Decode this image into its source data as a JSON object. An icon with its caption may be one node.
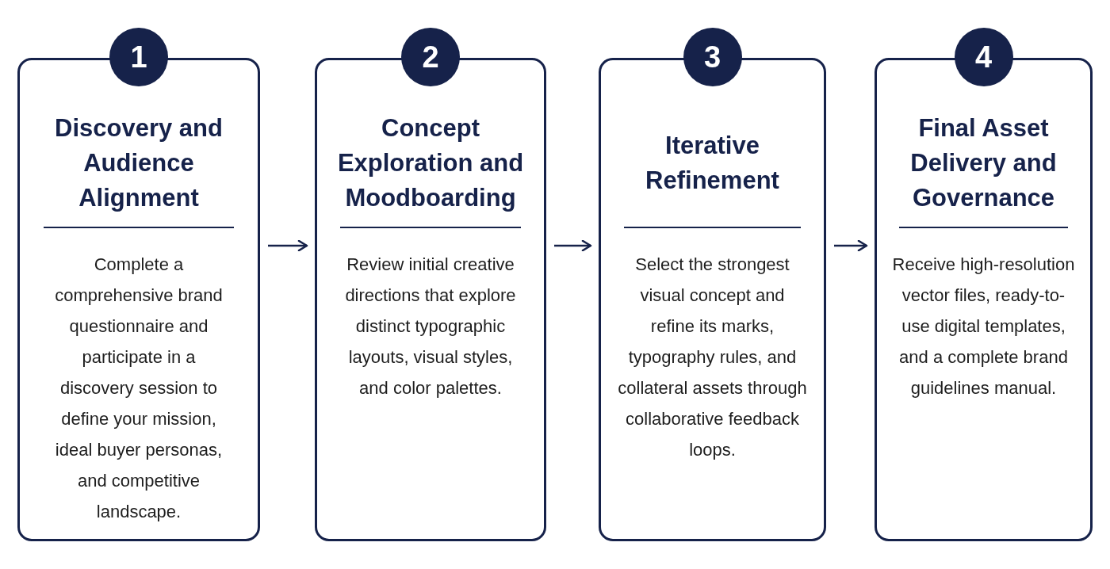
{
  "diagram": {
    "nodes": [
      {
        "text": [
          "1"
        ]
      },
      {
        "text": [
          "Discovery and Audience Alignment",
          "Complete a comprehensive brand questionnaire and participate in a discovery session to define your mission, ideal buyer personas, and competitive landscape."
        ]
      },
      {
        "text": [
          "2"
        ]
      },
      {
        "text": [
          "Concept Exploration and Moodboarding",
          "Review initial creative directions that explore distinct typographic layouts, visual styles, and color palettes."
        ]
      },
      {
        "text": [
          "3"
        ]
      },
      {
        "text": [
          "Iterative Refinement",
          "Select the strongest visual concept and refine its marks, typography rules, and collateral assets through collaborative feedback loops."
        ]
      },
      {
        "text": [
          "4"
        ]
      },
      {
        "text": [
          "Final Asset Delivery and Governance",
          "Receive high-resolution vector files, ready-to-use digital templates, and a complete brand guidelines manual."
        ]
      }
    ],
    "edges": [
      {
        "from": 1,
        "to": 3,
        "arrow": "to"
      },
      {
        "from": 3,
        "to": 5,
        "arrow": "to"
      },
      {
        "from": 5,
        "to": 7,
        "arrow": "to"
      }
    ]
  }
}
